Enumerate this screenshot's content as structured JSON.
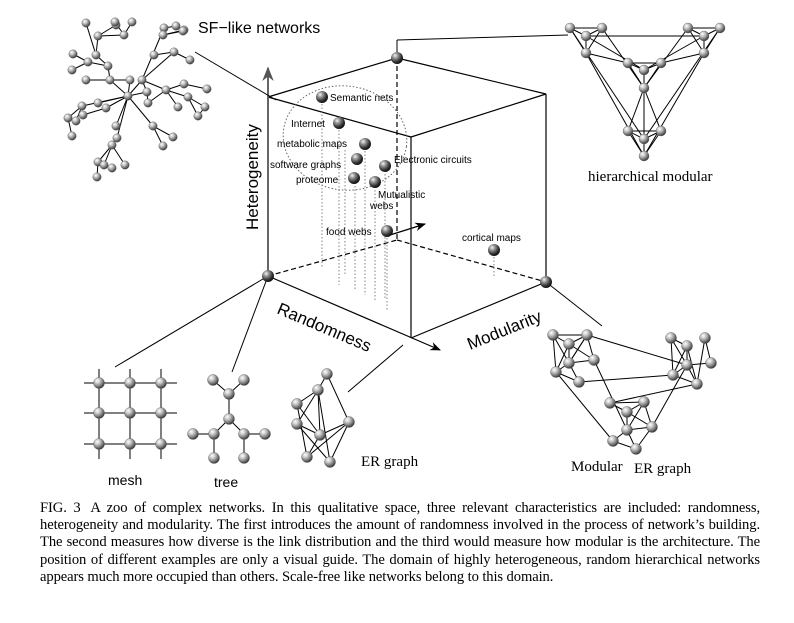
{
  "figure": {
    "labels": {
      "sf_like": "SF−like networks",
      "hierarchical_modular": "hierarchical modular",
      "mesh": "mesh",
      "tree": "tree",
      "er_graph": "ER graph",
      "modular": "Modular",
      "modular_er_graph": "ER graph"
    },
    "axes": {
      "heterogeneity": "Heterogeneity",
      "randomness": "Randomness",
      "modularity": "Modularity"
    },
    "examples": [
      {
        "name": "Semantic nets"
      },
      {
        "name": "Internet"
      },
      {
        "name": "metabolic maps"
      },
      {
        "name": "software graphs"
      },
      {
        "name": "proteome"
      },
      {
        "name": "Electronic circuits"
      },
      {
        "name": "Mutualistic"
      },
      {
        "name": "webs"
      },
      {
        "name": "food webs"
      },
      {
        "name": "cortical maps"
      }
    ]
  },
  "caption": {
    "label": "FIG. 3",
    "text": "A zoo of complex networks. In this qualitative space, three relevant characteristics are included: randomness, heterogeneity and modularity. The first introduces the amount of randomness involved in the process of network’s building. The second measures how diverse is the link distribution and the third would measure how modular is the architecture. The position of different examples are only a visual guide. The domain of highly heterogeneous, random hierarchical networks appears much more occupied than others. Scale-free like networks belong to this domain."
  }
}
